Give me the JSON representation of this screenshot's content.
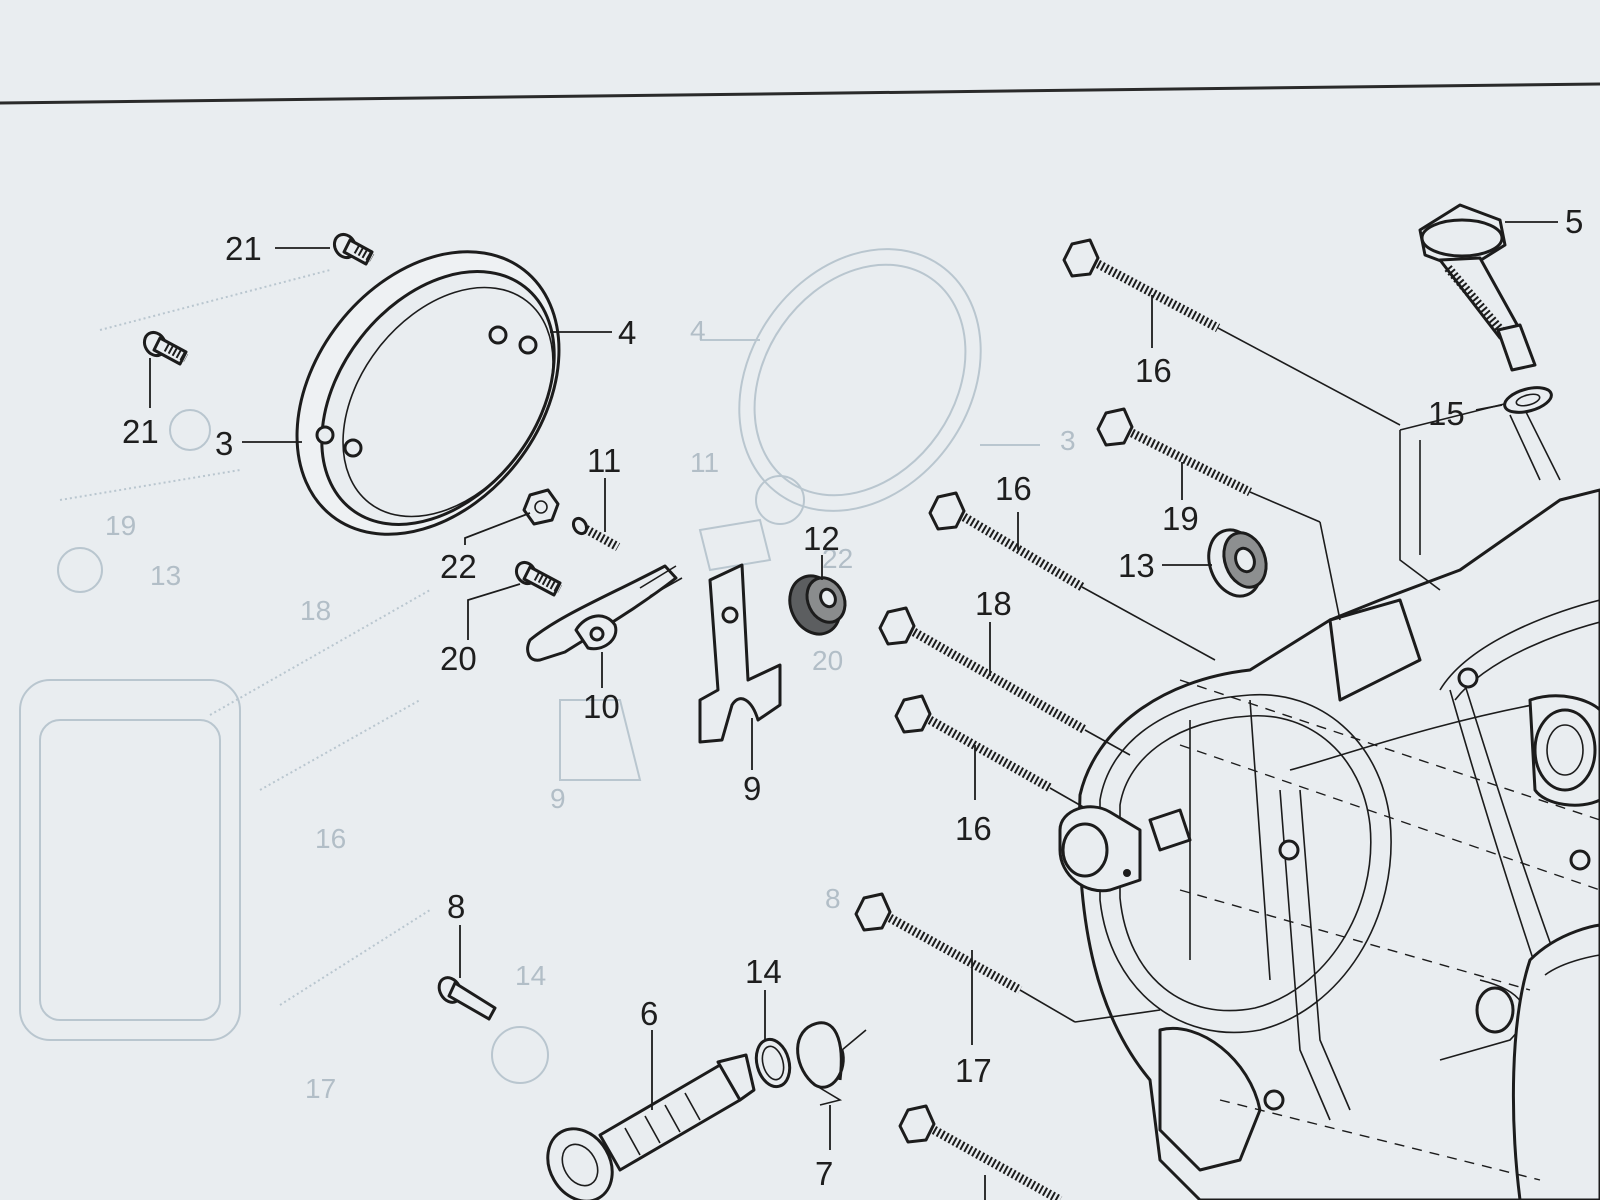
{
  "diagram": {
    "background": "#e9edf0",
    "ink": "#1c1c1c",
    "ghost_ink": "#b9c6cf",
    "callouts": {
      "p21a": "21",
      "p21b": "21",
      "p3": "3",
      "p4": "4",
      "p5": "5",
      "p15": "15",
      "p16a": "16",
      "p16b": "16",
      "p16c": "16",
      "p19": "19",
      "p13": "13",
      "p12": "12",
      "p11": "11",
      "p22": "22",
      "p20": "20",
      "p10": "10",
      "p9": "9",
      "p18": "18",
      "p17": "17",
      "p8": "8",
      "p6": "6",
      "p14": "14",
      "p7": "7"
    },
    "ghost_callouts": {
      "g4": "4",
      "g3": "3",
      "g11": "11",
      "g13": "13",
      "g19": "19",
      "g18": "18",
      "g16": "16",
      "g9": "9",
      "g20": "20",
      "g22": "22",
      "g14": "14",
      "g17": "17",
      "g8": "8"
    }
  }
}
